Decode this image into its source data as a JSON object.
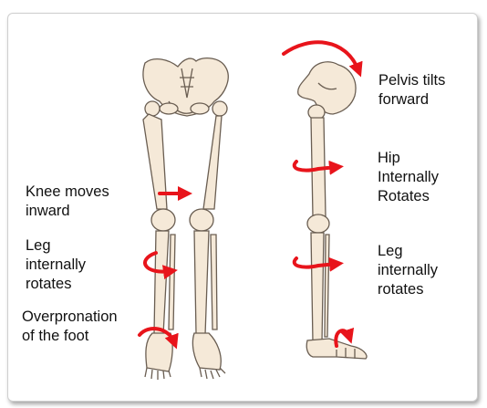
{
  "labels": {
    "knee": [
      "Knee moves",
      "inward"
    ],
    "leg_left": [
      "Leg",
      "internally",
      "rotates"
    ],
    "foot": [
      "Overpronation",
      "of the foot"
    ],
    "pelvis": [
      "Pelvis tilts",
      "forward"
    ],
    "hip": [
      "Hip",
      "Internally",
      "Rotates"
    ],
    "leg_right": [
      "Leg",
      "internally",
      "rotates"
    ]
  },
  "colors": {
    "arrow": "#e8141b",
    "bone_fill": "#f5e9d8",
    "bone_stroke": "#6a5e52",
    "text": "#111111"
  },
  "icons": [
    "rotation-arrow-icon",
    "straight-arrow-icon",
    "curved-arrow-icon"
  ]
}
